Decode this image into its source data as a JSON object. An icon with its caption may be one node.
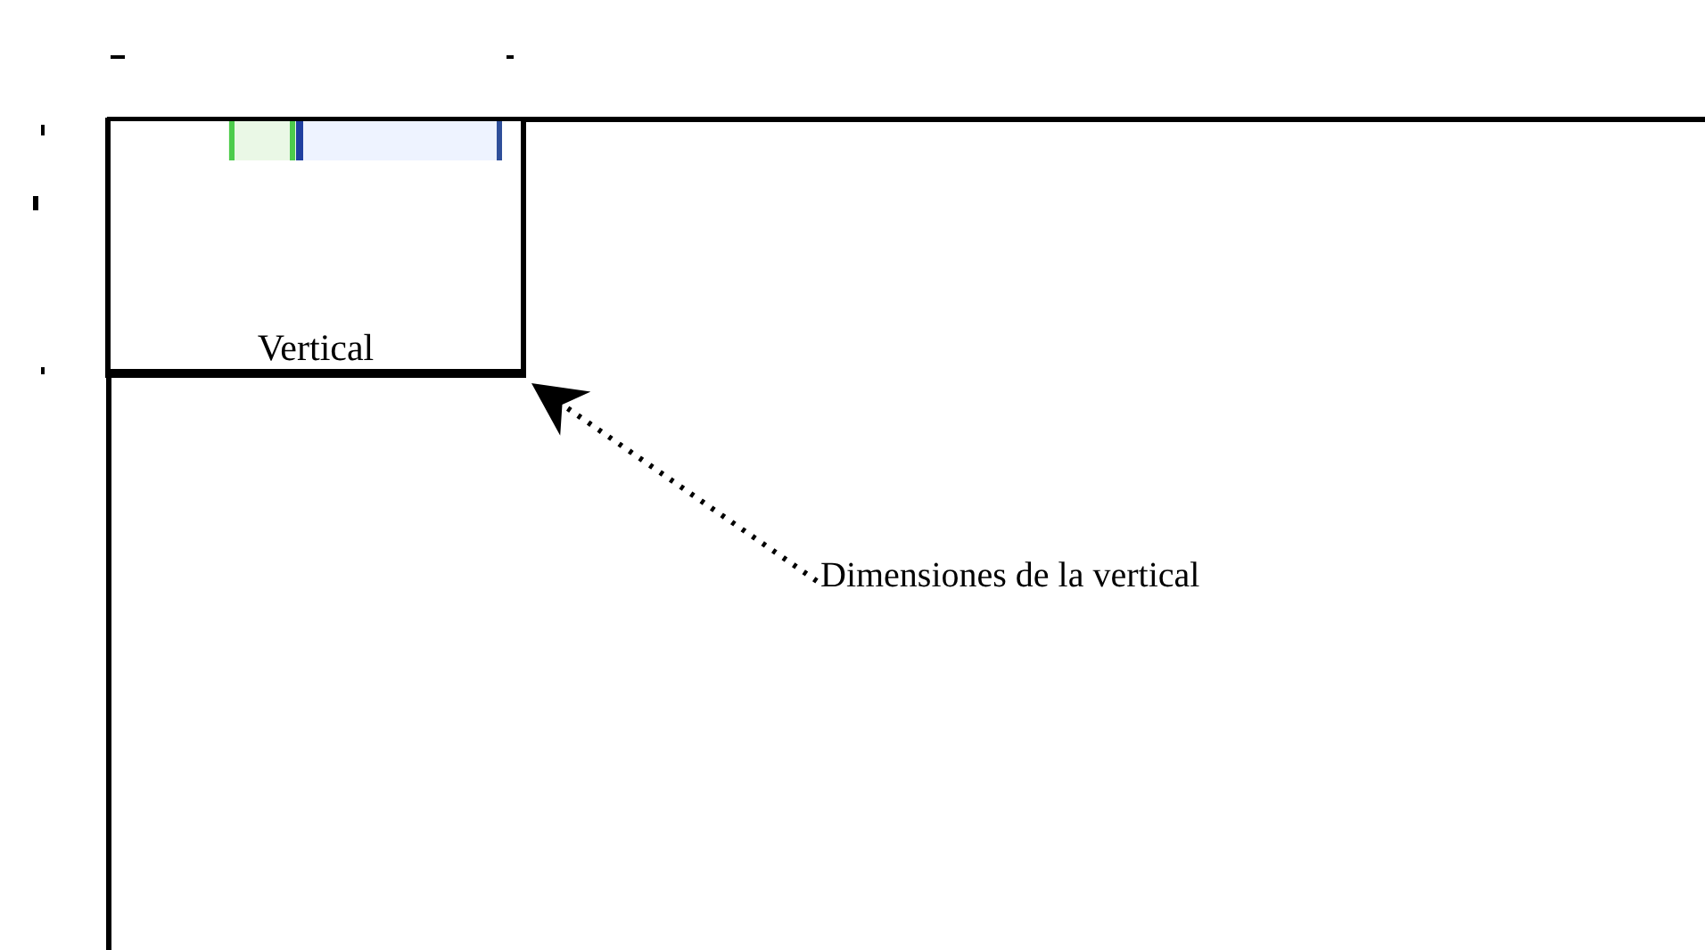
{
  "diagram": {
    "nodes": [
      {
        "text": [
          "Vertical"
        ]
      },
      {
        "text": [
          "Dimensiones de la vertical"
        ]
      }
    ],
    "edges": [
      {
        "from": 1,
        "to": 0,
        "arrow": "to",
        "style": "dashed"
      }
    ]
  }
}
